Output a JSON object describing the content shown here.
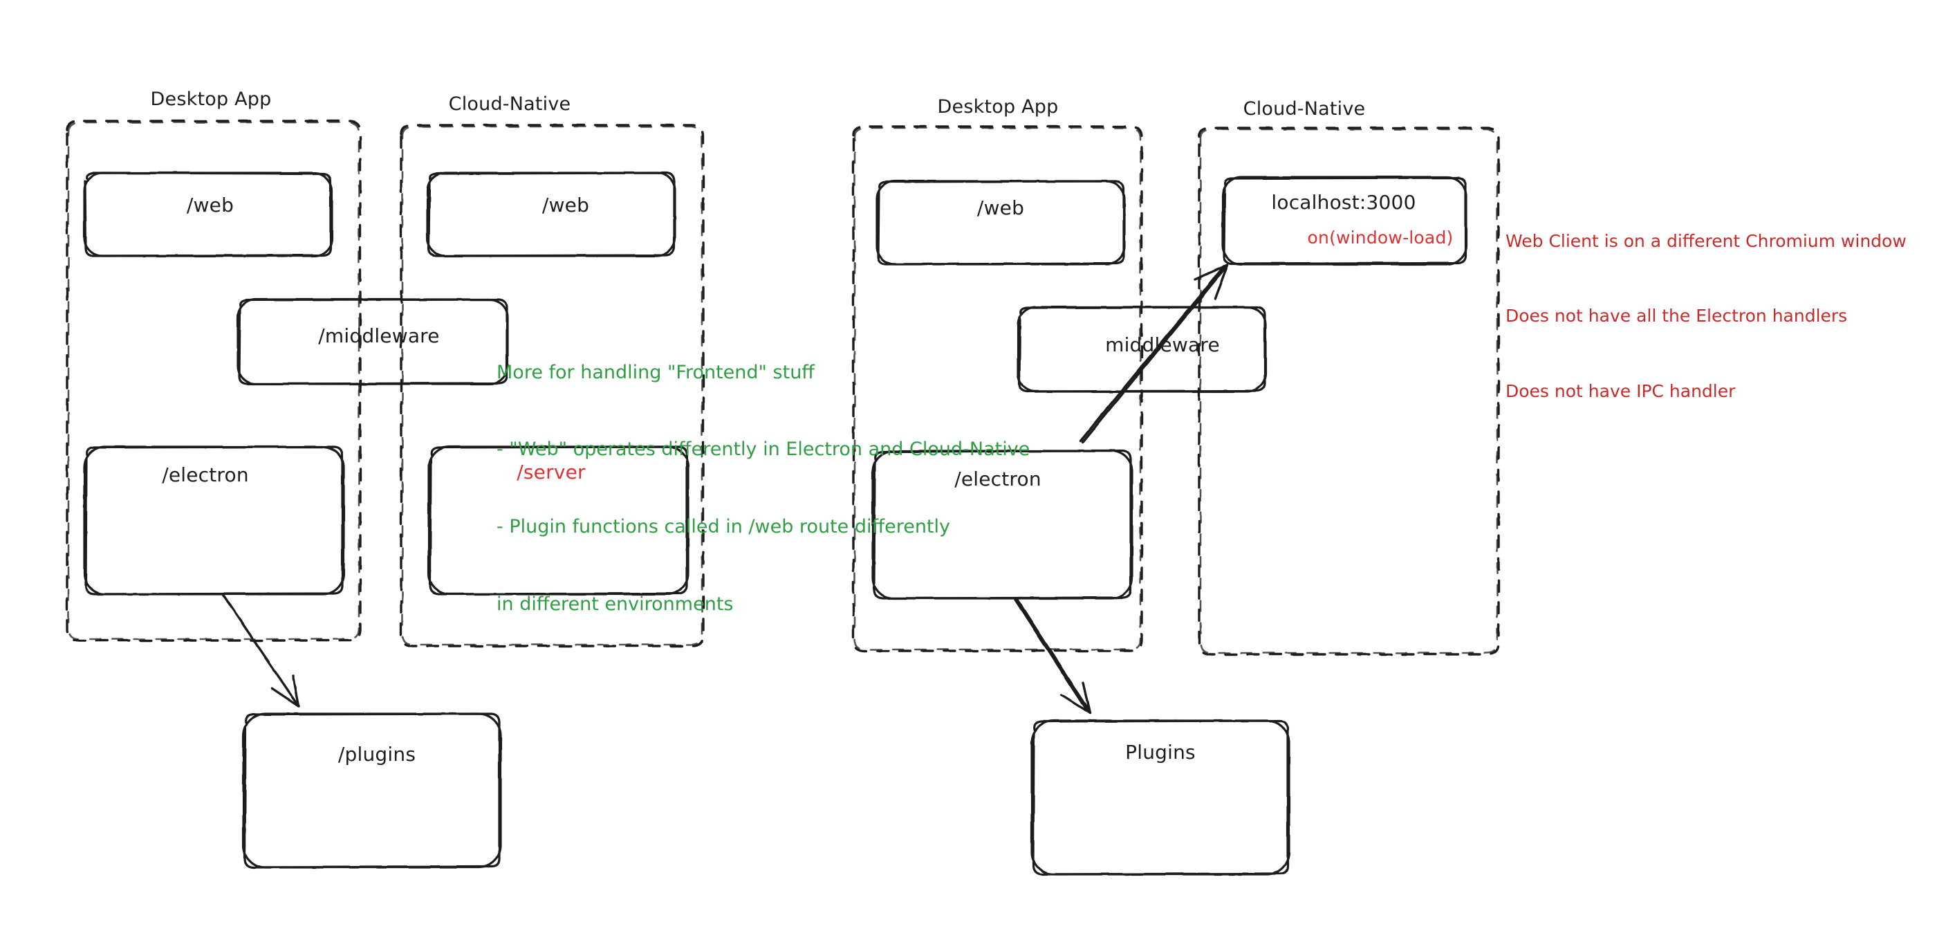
{
  "diagram": {
    "title": "Electron Desktop App vs Cloud-Native architecture sketch",
    "style": "hand-drawn sketch (excalidraw)",
    "colors": {
      "stroke": "#1e1e1e",
      "background": "#ffffff",
      "green_note": "#2f9e44",
      "red_note": "#c92a2a",
      "red_label": "#e03131"
    }
  },
  "left_diagram": {
    "groups": [
      {
        "id": "left-desktop",
        "label": "Desktop App"
      },
      {
        "id": "left-cloud",
        "label": "Cloud-Native"
      }
    ],
    "nodes": [
      {
        "id": "left-desktop-web",
        "label": "/web",
        "color": "#1e1e1e"
      },
      {
        "id": "left-cloud-web",
        "label": "/web",
        "color": "#1e1e1e"
      },
      {
        "id": "left-middleware",
        "label": "/middleware",
        "color": "#1e1e1e"
      },
      {
        "id": "left-electron",
        "label": "/electron",
        "color": "#1e1e1e"
      },
      {
        "id": "left-server",
        "label": "/server",
        "color": "#e03131"
      },
      {
        "id": "left-plugins",
        "label": "/plugins",
        "color": "#1e1e1e"
      }
    ],
    "edges": [
      {
        "from": "left-electron",
        "to": "left-plugins"
      }
    ],
    "note_green": {
      "lines": [
        "More for handling \"Frontend\" stuff",
        "- \"Web\" operates differently in Electron and Cloud-Native",
        "- Plugin functions called in /web route differently",
        "in different environments"
      ]
    }
  },
  "right_diagram": {
    "groups": [
      {
        "id": "right-desktop",
        "label": "Desktop App"
      },
      {
        "id": "right-cloud",
        "label": "Cloud-Native"
      }
    ],
    "nodes": [
      {
        "id": "right-desktop-web",
        "label": "/web",
        "color": "#1e1e1e"
      },
      {
        "id": "right-localhost",
        "label": "localhost:3000",
        "sublabel": "on(window-load)",
        "color": "#1e1e1e",
        "sub_color": "#e03131"
      },
      {
        "id": "right-middleware",
        "label": "middleware",
        "color": "#1e1e1e"
      },
      {
        "id": "right-electron",
        "label": "/electron",
        "color": "#1e1e1e"
      },
      {
        "id": "right-plugins",
        "label": "Plugins",
        "color": "#1e1e1e"
      }
    ],
    "edges": [
      {
        "from": "right-electron",
        "to": "right-localhost"
      },
      {
        "from": "right-electron",
        "to": "right-plugins"
      }
    ],
    "note_red": {
      "lines": [
        "Web Client is on a different Chromium window",
        "Does not have all the Electron handlers",
        "Does not have IPC handler"
      ]
    }
  }
}
